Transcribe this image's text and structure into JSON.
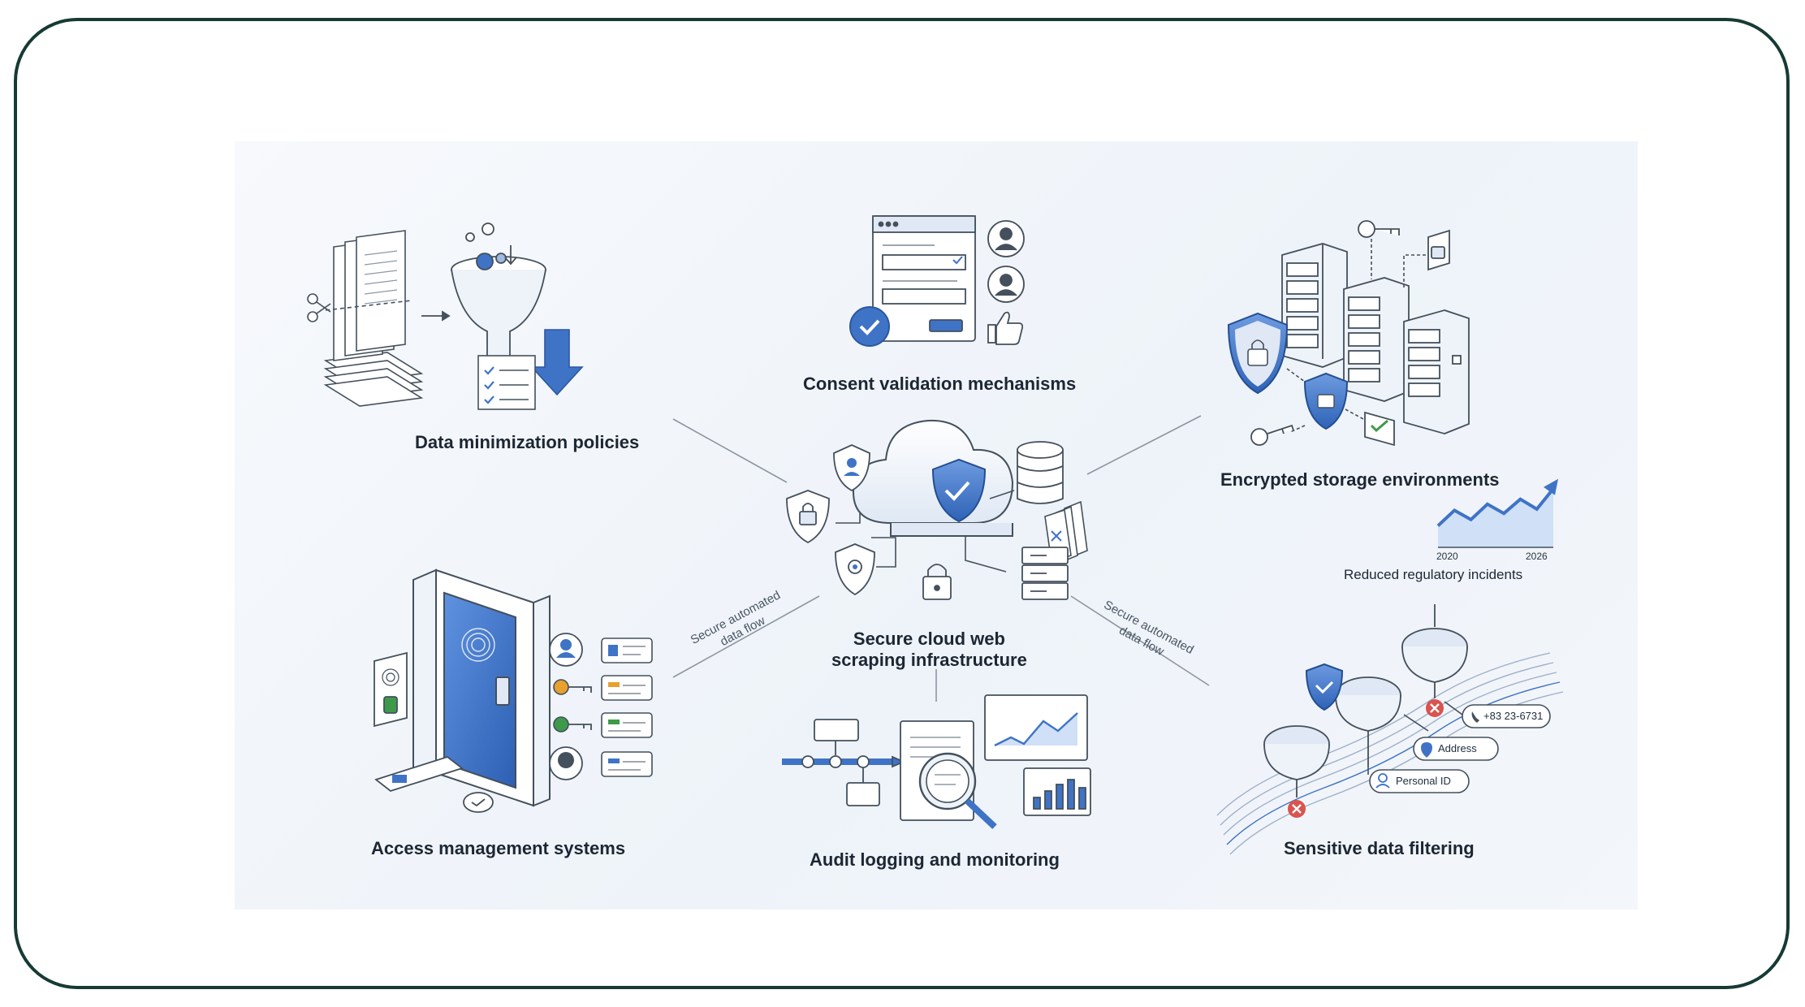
{
  "diagram": {
    "center_label": "Secure cloud web\nscraping infrastructure",
    "flow_label_left": "Secure automated\ndata flow",
    "flow_label_right": "Secure automated\ndata flow",
    "nodes": {
      "data_minimization": "Data minimization policies",
      "consent_validation": "Consent validation mechanisms",
      "encrypted_storage": "Encrypted storage environments",
      "access_management": "Access management systems",
      "audit_logging": "Audit logging and monitoring",
      "sensitive_filtering": "Sensitive data filtering"
    },
    "incidents": {
      "label": "Reduced regulatory incidents",
      "year_start": "2020",
      "year_end": "2026",
      "trend": [
        0.35,
        0.6,
        0.45,
        0.7,
        0.55,
        0.78,
        0.62,
        0.95
      ]
    },
    "filter_tags": {
      "phone": "+83 23-6731",
      "address": "Address",
      "personal_id": "Personal ID"
    },
    "colors": {
      "accent": "#3f73c6",
      "accent_light": "#cfe0f7",
      "line": "#5a6470",
      "green": "#3d9a4a",
      "orange": "#e8a02e",
      "red": "#d9534f",
      "frame": "#173a34"
    }
  }
}
